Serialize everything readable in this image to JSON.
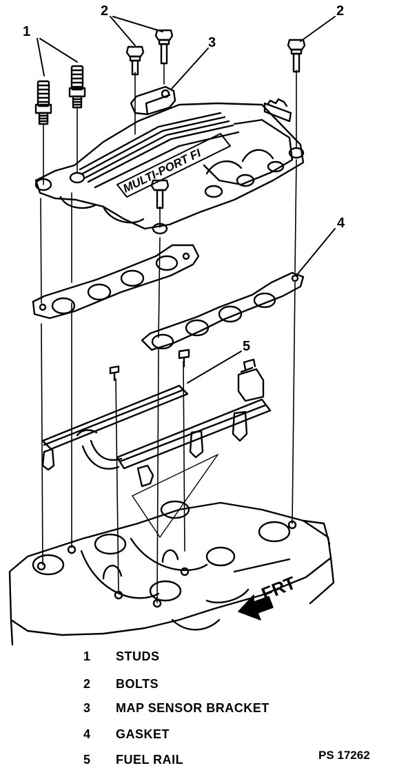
{
  "callouts": [
    {
      "number": "1"
    },
    {
      "number": "2"
    },
    {
      "number": "3"
    },
    {
      "number": "2"
    },
    {
      "number": "4"
    },
    {
      "number": "5"
    }
  ],
  "manifold_engraving": "MULTI-PORT FI",
  "direction_label": "FRT",
  "legend": [
    {
      "number": "1",
      "label": "STUDS"
    },
    {
      "number": "2",
      "label": "BOLTS"
    },
    {
      "number": "3",
      "label": "MAP SENSOR BRACKET"
    },
    {
      "number": "4",
      "label": "GASKET"
    },
    {
      "number": "5",
      "label": "FUEL RAIL"
    }
  ],
  "figure_id": "PS 17262"
}
